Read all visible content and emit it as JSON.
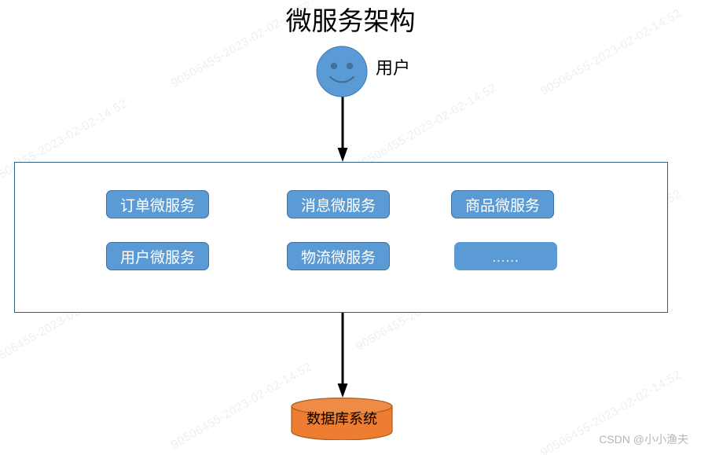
{
  "diagram": {
    "title": "微服务架构",
    "actor": {
      "icon": "user-smiley-icon",
      "label": "用户"
    },
    "container": {
      "name": "microservices-container",
      "services": [
        {
          "id": "order",
          "label": "订单微服务",
          "column": 1,
          "row": 1
        },
        {
          "id": "message",
          "label": "消息微服务",
          "column": 2,
          "row": 1
        },
        {
          "id": "product",
          "label": "商品微服务",
          "column": 3,
          "row": 1
        },
        {
          "id": "user",
          "label": "用户微服务",
          "column": 1,
          "row": 2
        },
        {
          "id": "logistics",
          "label": "物流微服务",
          "column": 2,
          "row": 2
        },
        {
          "id": "more",
          "label": "......",
          "column": 3,
          "row": 2
        }
      ]
    },
    "database": {
      "label": "数据库系统",
      "shape": "cylinder"
    },
    "connectors": [
      {
        "id": "actor-to-container",
        "from": "用户",
        "to": "微服务容器",
        "direction": "down"
      },
      {
        "id": "container-to-database",
        "from": "微服务容器",
        "to": "数据库系统",
        "direction": "down"
      }
    ]
  },
  "colors": {
    "service_fill": "#5B9BD5",
    "service_border": "#41719C",
    "container_border": "#2E5F85",
    "database_fill": "#ED7D31",
    "database_border": "#AE5A21",
    "actor_fill": "#5B9BD5",
    "text_dark": "#000000",
    "watermark": "#ECEFF1"
  },
  "watermark": {
    "text": "90506455-2023-02-02-14:52"
  },
  "credit": {
    "text": "CSDN @小小渔夫"
  }
}
